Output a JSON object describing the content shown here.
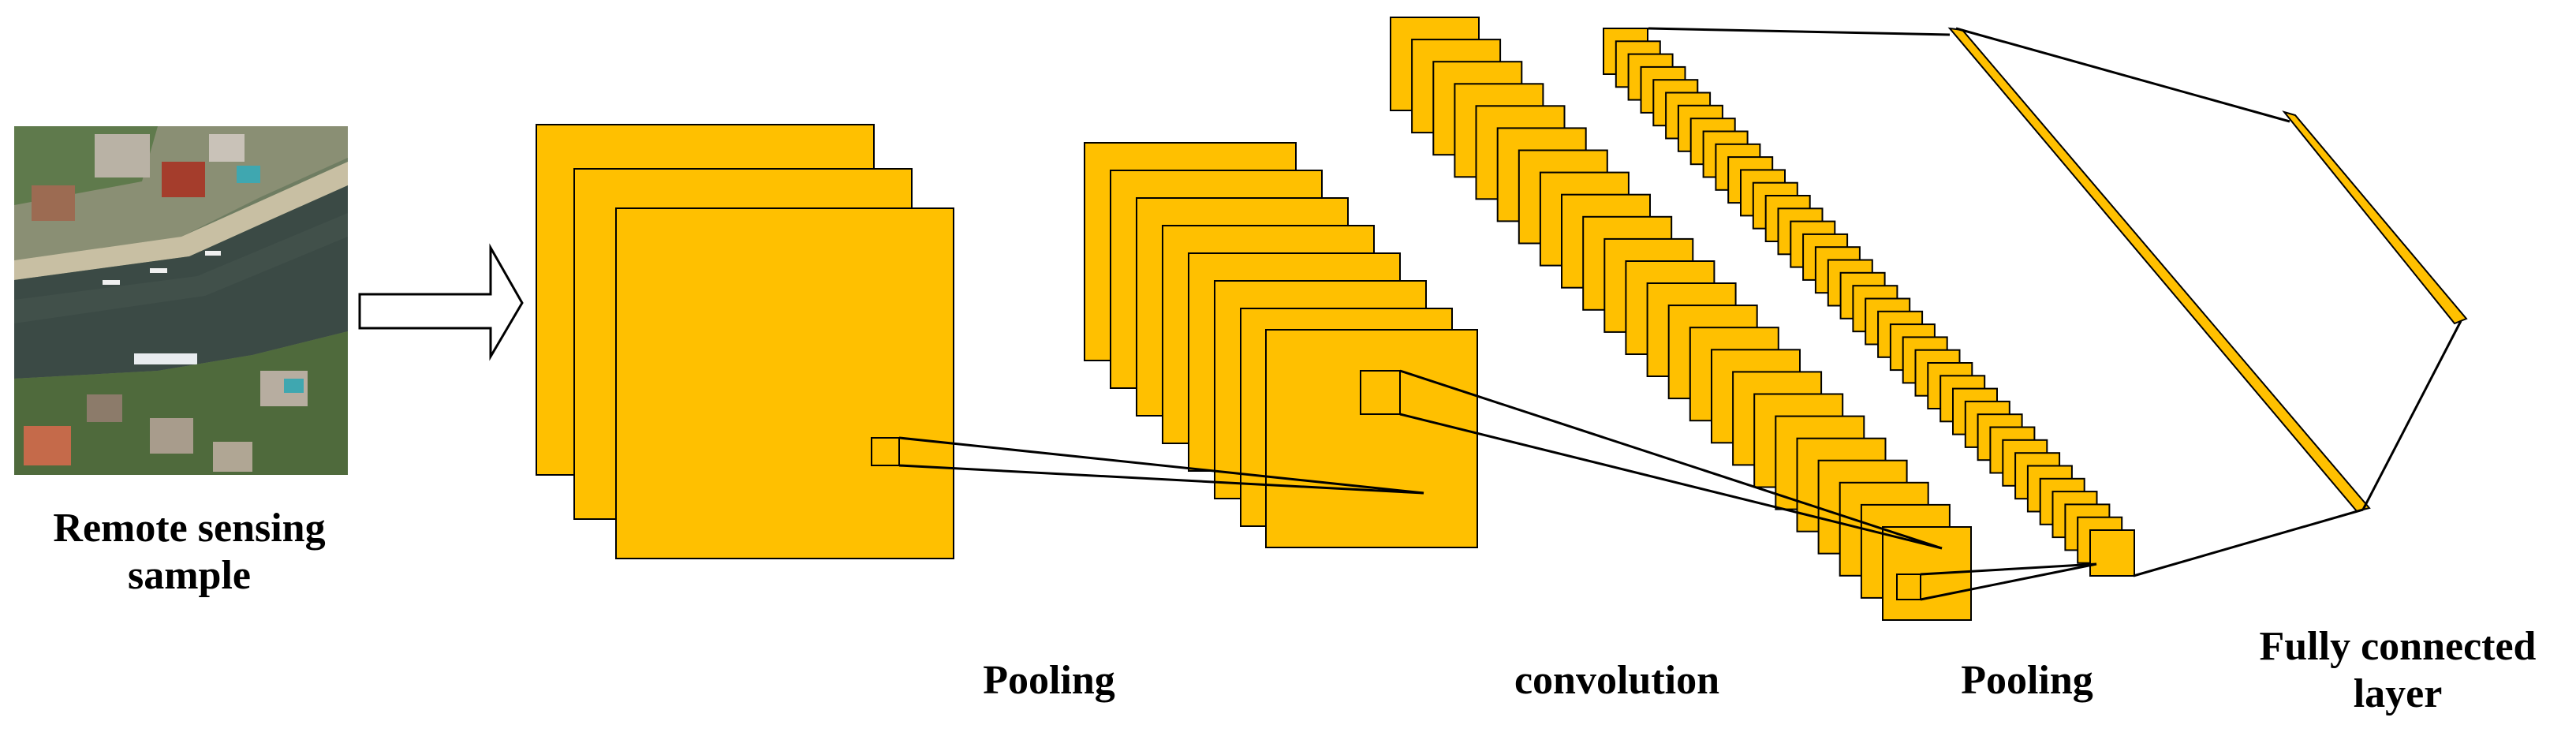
{
  "colors": {
    "feature_map": "#FFC000",
    "outline": "#000000",
    "background": "#FFFFFF"
  },
  "input": {
    "image_icon": "aerial-waterfront-photo",
    "label_line1": "Remote sensing",
    "label_line2": "sample"
  },
  "arrow_icon": "right-block-arrow",
  "stages": {
    "pooling_1": "Pooling",
    "convolution": "convolution",
    "pooling_2": "Pooling",
    "fully_connected_line1": "Fully connected",
    "fully_connected_line2": "layer"
  }
}
